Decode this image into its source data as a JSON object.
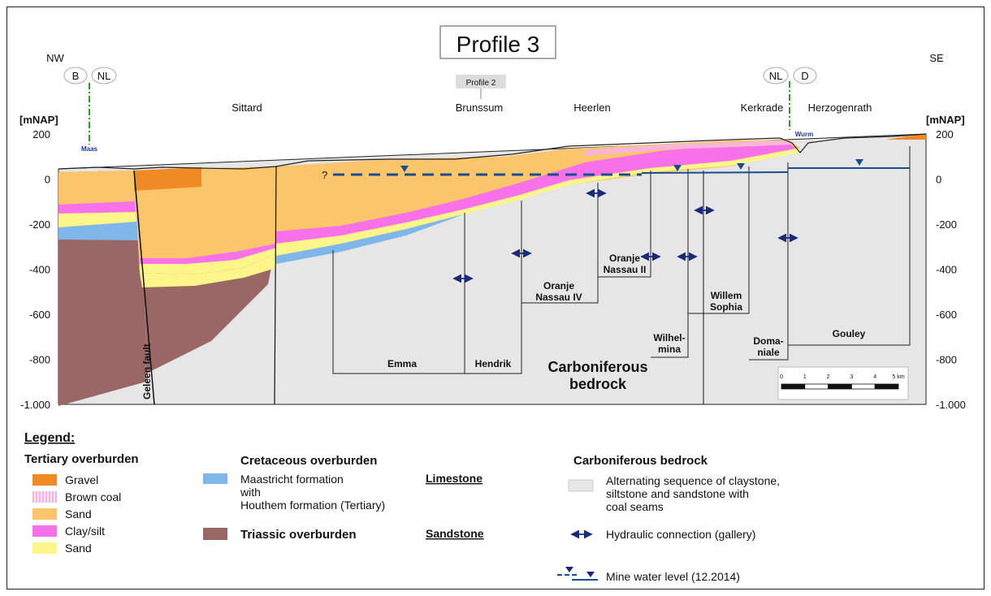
{
  "title": "Profile 3",
  "directions": {
    "left": "NW",
    "right": "SE"
  },
  "borders": {
    "left": {
      "a": "B",
      "b": "NL",
      "river": "Maas"
    },
    "right": {
      "a": "NL",
      "b": "D",
      "river": "Wurm"
    }
  },
  "places": [
    "Sittard",
    "Brunssum",
    "Heerlen",
    "Kerkrade",
    "Herzogenrath"
  ],
  "profile_ref": "Profile 2",
  "axis": {
    "unit": "[mNAP]",
    "ticks": [
      {
        "label": "200",
        "value": 200
      },
      {
        "label": "0",
        "value": 0
      },
      {
        "label": "-200",
        "value": -200
      },
      {
        "label": "-400",
        "value": -400
      },
      {
        "label": "-600",
        "value": -600
      },
      {
        "label": "-800",
        "value": -800
      },
      {
        "label": "-1.000",
        "value": -1000
      }
    ]
  },
  "mines": [
    {
      "name": "Emma",
      "depth": -850
    },
    {
      "name": "Hendrik",
      "depth": -850
    },
    {
      "name": "Oranje Nassau IV",
      "line1": "Oranje",
      "line2": "Nassau IV",
      "depth": -540
    },
    {
      "name": "Oranje Nassau II",
      "line1": "Oranje",
      "line2": "Nassau II",
      "depth": -430
    },
    {
      "name": "Wilhelmina",
      "line1": "Wilhel-",
      "line2": "mina",
      "depth": -780
    },
    {
      "name": "Willem Sophia",
      "line1": "Willem",
      "line2": "Sophia",
      "depth": -590
    },
    {
      "name": "Domaniale",
      "line1": "Doma-",
      "line2": "niale",
      "depth": -800
    },
    {
      "name": "Gouley",
      "depth": -720
    }
  ],
  "fault_label": "Geleen fault",
  "bedrock_label": {
    "line1": "Carboniferous",
    "line2": "bedrock"
  },
  "question_mark": "?",
  "scale_bar": {
    "labels": [
      "0",
      "1",
      "2",
      "3",
      "4",
      "5 km"
    ]
  },
  "legend": {
    "heading": "Legend:",
    "tertiary": {
      "title": "Tertiary overburden",
      "items": [
        {
          "label": "Gravel",
          "color": "#f08a24"
        },
        {
          "label": "Brown coal",
          "color": "#f7b6d8"
        },
        {
          "label": "Sand",
          "color": "#fbc56b"
        },
        {
          "label": "Clay/silt",
          "color": "#f772e8"
        },
        {
          "label": "Sand",
          "color": "#fbf58a"
        }
      ]
    },
    "cretaceous": {
      "title": "Cretaceous overburden",
      "item_line1": "Maastricht formation",
      "item_line2": "with",
      "item_line3": "Houthem formation (Tertiary)",
      "rock": "Limestone",
      "color": "#7fb7ea"
    },
    "triassic": {
      "title": "Triassic overburden",
      "rock": "Sandstone",
      "color": "#9a6767"
    },
    "carboniferous": {
      "title": "Carboniferous bedrock",
      "line1": "Alternating sequence of claystone,",
      "line2": "siltstone and sandstone with",
      "line3": "coal seams",
      "color": "#e6e6e6"
    },
    "hydraulic": "Hydraulic connection (gallery)",
    "mine_water": "Mine water level (12.2014)"
  },
  "colors": {
    "water_line": "#1a4d8f",
    "arrow": "#1a2a7a",
    "border_line": "#2e9a2e"
  }
}
